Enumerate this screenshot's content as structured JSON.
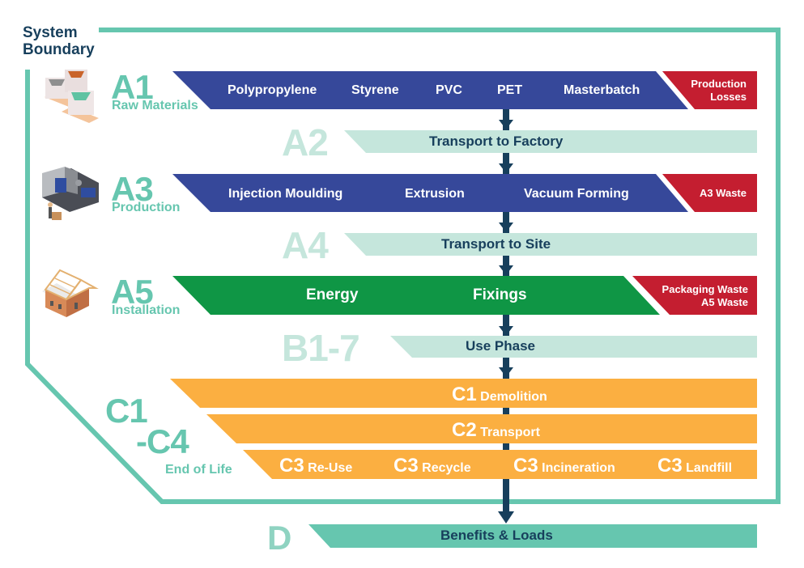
{
  "title": "System Boundary",
  "title_lines": [
    "System",
    "Boundary"
  ],
  "colors": {
    "boundary": "#66c6af",
    "blue_band": "#36489a",
    "green_band": "#0f9645",
    "red_waste": "#c41e30",
    "light_band": "#c5e6dc",
    "orange_band": "#fbaf41",
    "arrow": "#173f5c",
    "benefits_band": "#66c6af"
  },
  "stages": {
    "a1": {
      "code": "A1",
      "name": "Raw Materials",
      "items": [
        "Polypropylene",
        "Styrene",
        "PVC",
        "PET",
        "Masterbatch"
      ],
      "waste": [
        "Production",
        "Losses"
      ],
      "icon": "bulk-bags-icon"
    },
    "a2": {
      "code": "A2",
      "label": "Transport to Factory"
    },
    "a3": {
      "code": "A3",
      "name": "Production",
      "items": [
        "Injection Moulding",
        "Extrusion",
        "Vacuum Forming"
      ],
      "waste": [
        "A3 Waste"
      ],
      "icon": "injection-machine-icon"
    },
    "a4": {
      "code": "A4",
      "label": "Transport to Site"
    },
    "a5": {
      "code": "A5",
      "name": "Installation",
      "items": [
        "Energy",
        "Fixings"
      ],
      "waste": [
        "Packaging Waste",
        "A5 Waste"
      ],
      "icon": "house-frame-icon"
    },
    "b": {
      "code": "B1-7",
      "label": "Use Phase"
    },
    "c": {
      "code_line1": "C1",
      "code_line2": "-C4",
      "name": "End of Life",
      "c1": {
        "code": "C1",
        "label": "Demolition"
      },
      "c2": {
        "code": "C2",
        "label": "Transport"
      },
      "c3": [
        {
          "code": "C3",
          "label": "Re-Use"
        },
        {
          "code": "C3",
          "label": "Recycle"
        },
        {
          "code": "C3",
          "label": "Incineration"
        },
        {
          "code": "C3",
          "label": "Landfill"
        }
      ]
    },
    "d": {
      "code": "D",
      "label": "Benefits & Loads"
    }
  }
}
